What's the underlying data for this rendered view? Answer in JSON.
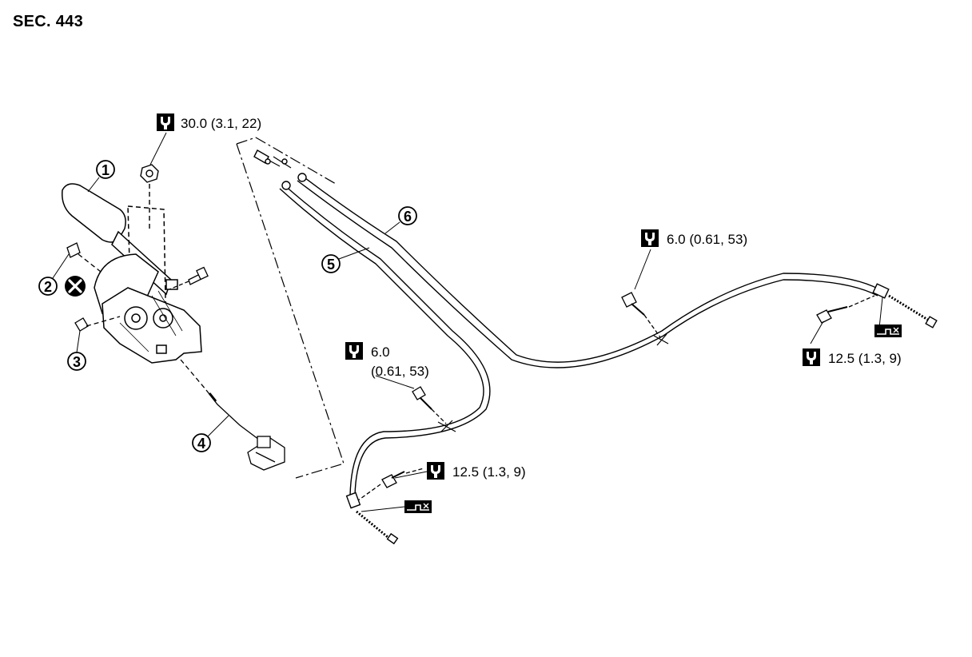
{
  "section_label": "SEC. 443",
  "callouts": [
    "1",
    "2",
    "3",
    "4",
    "5",
    "6"
  ],
  "torques": {
    "lever_nut": "30.0 (3.1, 22)",
    "center_bolt_line1": "6.0",
    "center_bolt_line2": "(0.61, 53)",
    "right_bolt": "6.0 (0.61, 53)",
    "bracket_bolt_left": "12.5 (1.3, 9)",
    "bracket_bolt_right": "12.5 (1.3, 9)"
  },
  "icons": {
    "torque": "torque-wrench-icon",
    "replace": "do-not-reuse-icon",
    "brake_shoe": "brake-shoe-icon"
  },
  "colors": {
    "ink": "#000000",
    "paper": "#ffffff"
  }
}
